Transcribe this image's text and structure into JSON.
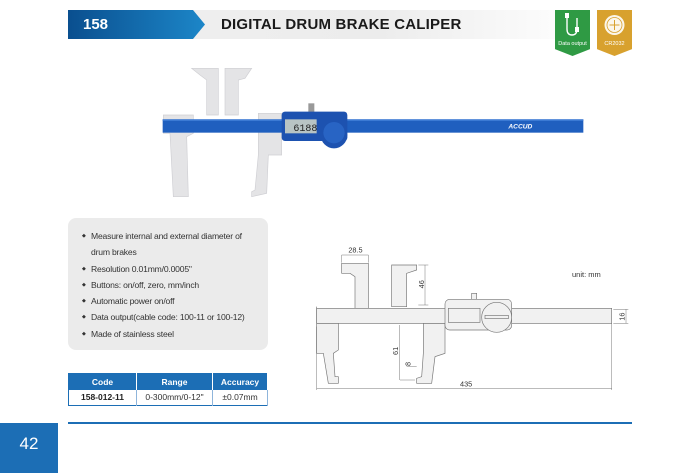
{
  "header": {
    "number": "158",
    "title": "DIGITAL DRUM BRAKE CALIPER"
  },
  "badges": [
    {
      "label": "Data output",
      "icon": "cable-icon",
      "color": "#2f9a44"
    },
    {
      "label": "CR2032",
      "icon": "battery-icon",
      "color": "#d8a12e"
    }
  ],
  "product_image": {
    "brand": "ACCUD",
    "display_reading": "6188"
  },
  "features": [
    "Measure internal and external diameter of drum brakes",
    "Resolution 0.01mm/0.0005\"",
    "Buttons: on/off, zero, mm/inch",
    "Automatic power on/off",
    "Data output(cable code: 100-11 or 100-12)",
    "Made of stainless steel"
  ],
  "spec_table": {
    "headers": [
      "Code",
      "Range",
      "Accuracy"
    ],
    "rows": [
      [
        "158-012-11",
        "0-300mm/0-12\"",
        "±0.07mm"
      ]
    ]
  },
  "drawing": {
    "unit": "unit: mm",
    "dims": {
      "jaw_width": "28.5",
      "upper_depth": "46",
      "lower_depth": "61",
      "tip": "8",
      "length": "435",
      "beam": "16"
    }
  },
  "page_number": "42"
}
